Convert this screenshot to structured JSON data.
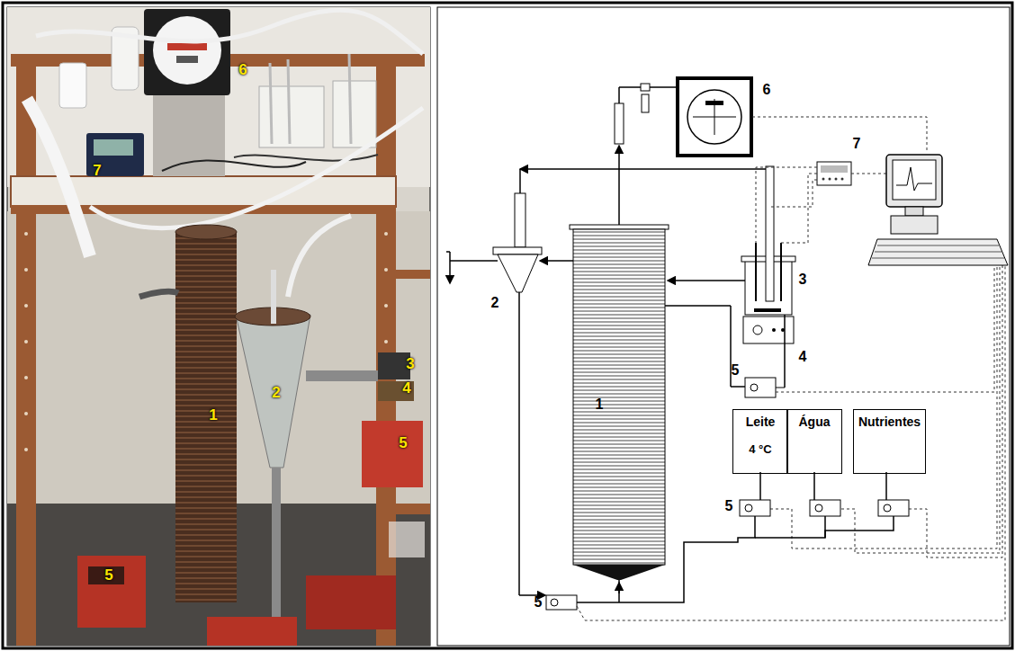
{
  "diagram": {
    "nodes": [
      {
        "text": [
          "Leite",
          "4 °C"
        ]
      },
      {
        "text": [
          "Água"
        ]
      },
      {
        "text": [
          "Nutrientes"
        ]
      }
    ],
    "labels": [
      "6",
      "7",
      "1",
      "2",
      "3",
      "4",
      "5",
      "5",
      "6",
      "7",
      "2",
      "3",
      "1",
      "4",
      "5",
      "5",
      "5"
    ]
  }
}
